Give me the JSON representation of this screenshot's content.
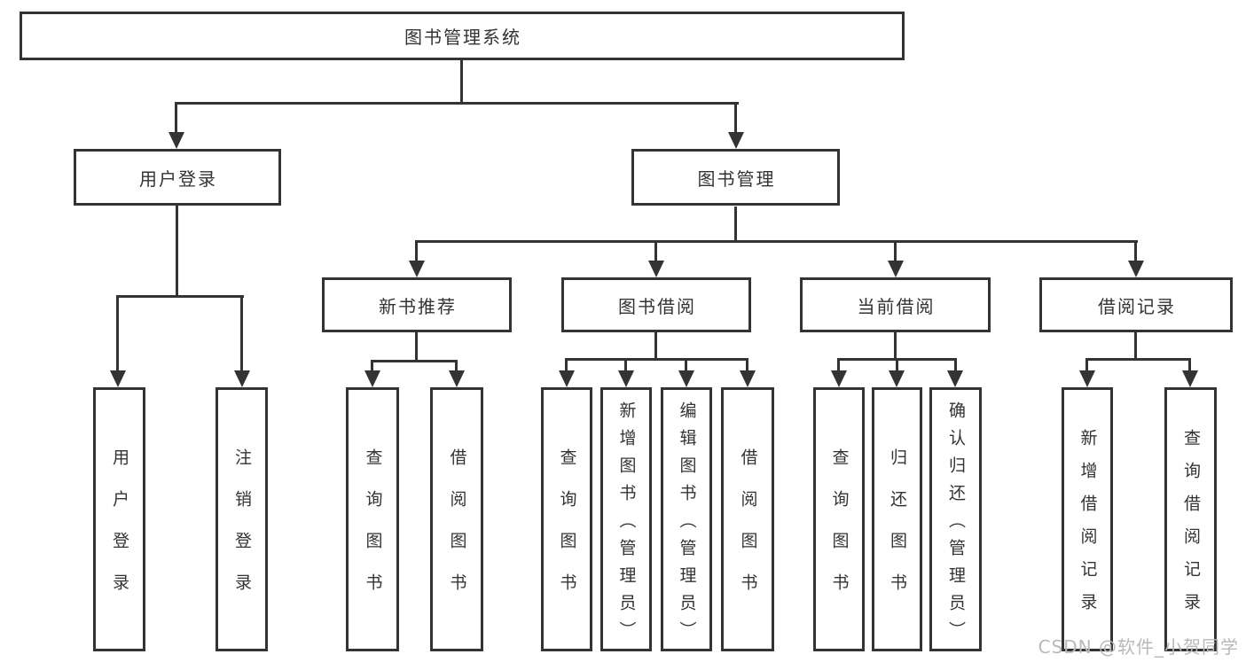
{
  "diagram": {
    "root": {
      "label": "图书管理系统"
    },
    "level2": {
      "user_login": {
        "label": "用户登录"
      },
      "book_management": {
        "label": "图书管理"
      }
    },
    "level3": {
      "recommend": {
        "label": "新书推荐"
      },
      "borrow": {
        "label": "图书借阅"
      },
      "current": {
        "label": "当前借阅"
      },
      "records": {
        "label": "借阅记录"
      }
    },
    "leaves": {
      "user_login": {
        "label": "用户登录"
      },
      "logout": {
        "label": "注销登录"
      },
      "recommend_query": {
        "label": "查询图书"
      },
      "recommend_borrow": {
        "label": "借阅图书"
      },
      "borrow_query": {
        "label": "查询图书"
      },
      "borrow_add": {
        "label": "新增图书（管理员）"
      },
      "borrow_edit": {
        "label": "编辑图书（管理员）"
      },
      "borrow_borrow": {
        "label": "借阅图书"
      },
      "current_query": {
        "label": "查询图书"
      },
      "current_return": {
        "label": "归还图书"
      },
      "current_confirm": {
        "label": "确认归还（管理员）"
      },
      "records_add": {
        "label": "新增借阅记录"
      },
      "records_query": {
        "label": "查询借阅记录"
      }
    },
    "watermark": {
      "text": "CSDN @软件_小贺同学"
    },
    "colors": {
      "line": "#333333",
      "text": "#333333",
      "watermark": "#b9b9b9",
      "background": "#ffffff"
    }
  }
}
